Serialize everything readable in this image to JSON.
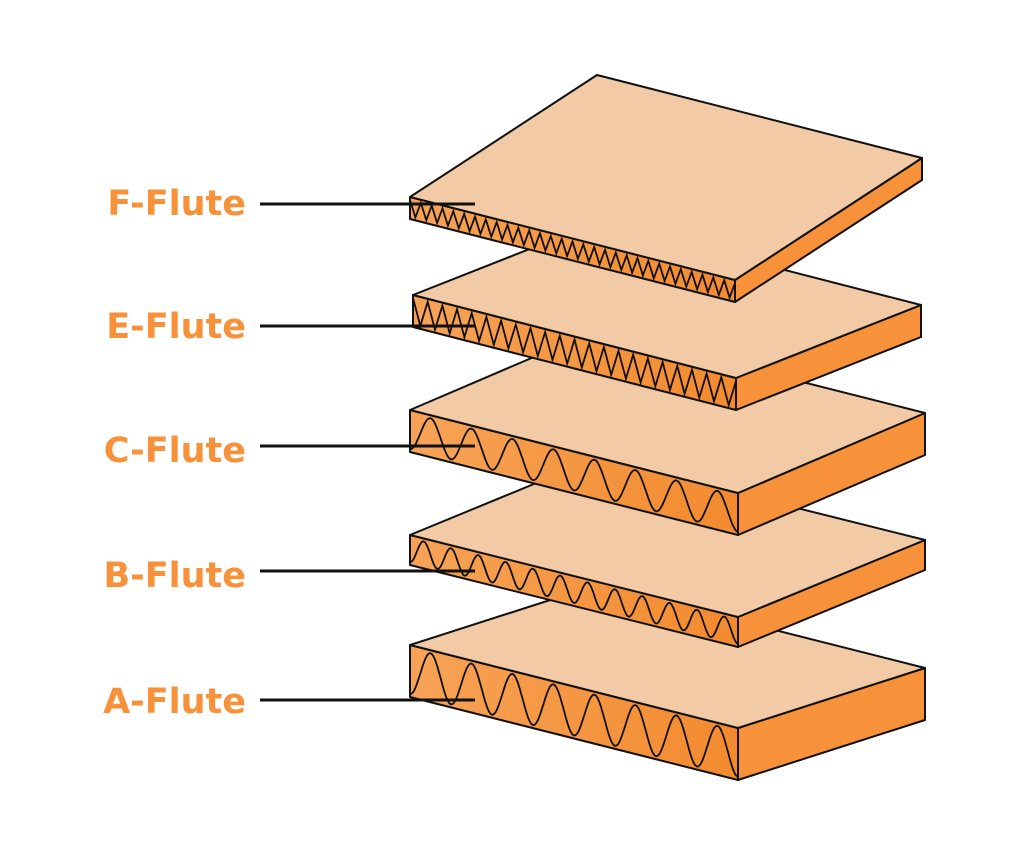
{
  "diagram": {
    "label_color": "#f7913a",
    "top_face_color": "#f2cba6",
    "side_face_color": "#f7913a",
    "outline_color": "#111111",
    "boards": [
      {
        "label": "F-Flute"
      },
      {
        "label": "E-Flute"
      },
      {
        "label": "C-Flute"
      },
      {
        "label": "B-Flute"
      },
      {
        "label": "A-Flute"
      }
    ]
  }
}
